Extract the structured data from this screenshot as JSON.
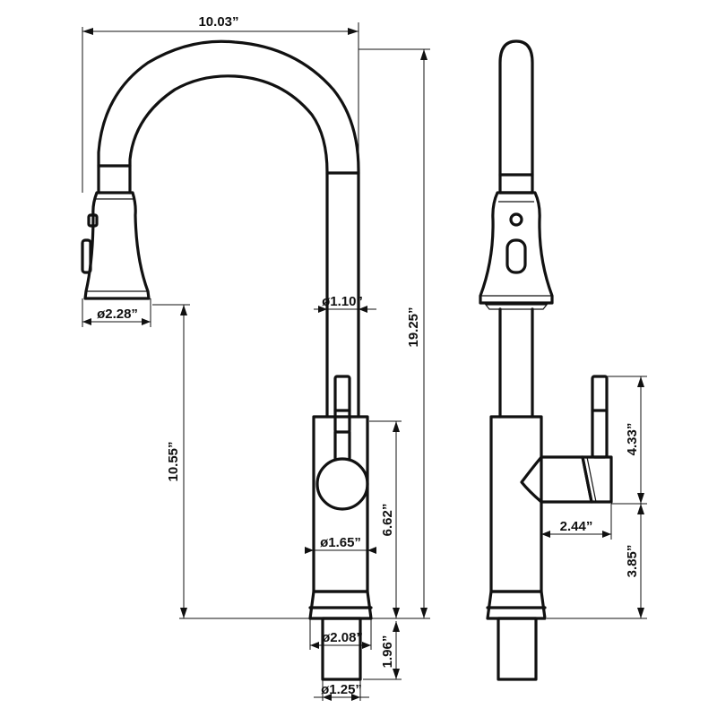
{
  "figure": {
    "front_view": {
      "dimensions": {
        "overall_width": "10.03”",
        "spray_head_diameter": "ø2.28”",
        "spout_diameter": "ø1.10”",
        "overall_height": "19.25”",
        "reach_height": "10.55”",
        "body_height": "6.62”",
        "body_diameter": "ø1.65”",
        "base_diameter": "ø2.08”",
        "shank_length": "1.96”",
        "shank_diameter": "ø1.25”"
      }
    },
    "side_view": {
      "dimensions": {
        "handle_height": "4.33”",
        "handle_reach": "2.44”",
        "base_to_handle": "3.85”"
      }
    }
  }
}
